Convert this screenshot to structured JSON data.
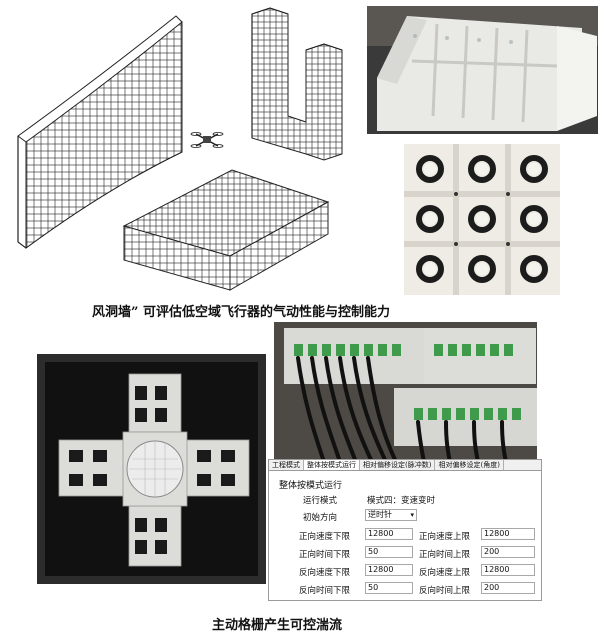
{
  "captions": {
    "top": "风洞墙” 可评估低空域飞行器的气动性能与控制能力",
    "bottom": "主动格栅产生可控湍流"
  },
  "software": {
    "tabs": [
      {
        "label": "工程模式",
        "active": false
      },
      {
        "label": "整体按模式运行",
        "active": true
      },
      {
        "label": "相对偏移设定(脉冲数)",
        "active": false
      },
      {
        "label": "相对偏移设定(角度)",
        "active": false
      }
    ],
    "group_title": "整体按模式运行",
    "run_mode_label": "运行模式",
    "run_mode_value": "模式四：变速变时",
    "init_dir_label": "初始方向",
    "init_dir_value": "逆时针",
    "fields": [
      {
        "label": "正向速度下限",
        "value": "12800"
      },
      {
        "label": "正向速度上限",
        "value": "12800"
      },
      {
        "label": "正向时间下限",
        "value": "50"
      },
      {
        "label": "正向时间上限",
        "value": "200"
      },
      {
        "label": "反向速度下限",
        "value": "12800"
      },
      {
        "label": "反向速度上限",
        "value": "12800"
      },
      {
        "label": "反向时间下限",
        "value": "50"
      },
      {
        "label": "反向时间上限",
        "value": "200"
      }
    ]
  }
}
